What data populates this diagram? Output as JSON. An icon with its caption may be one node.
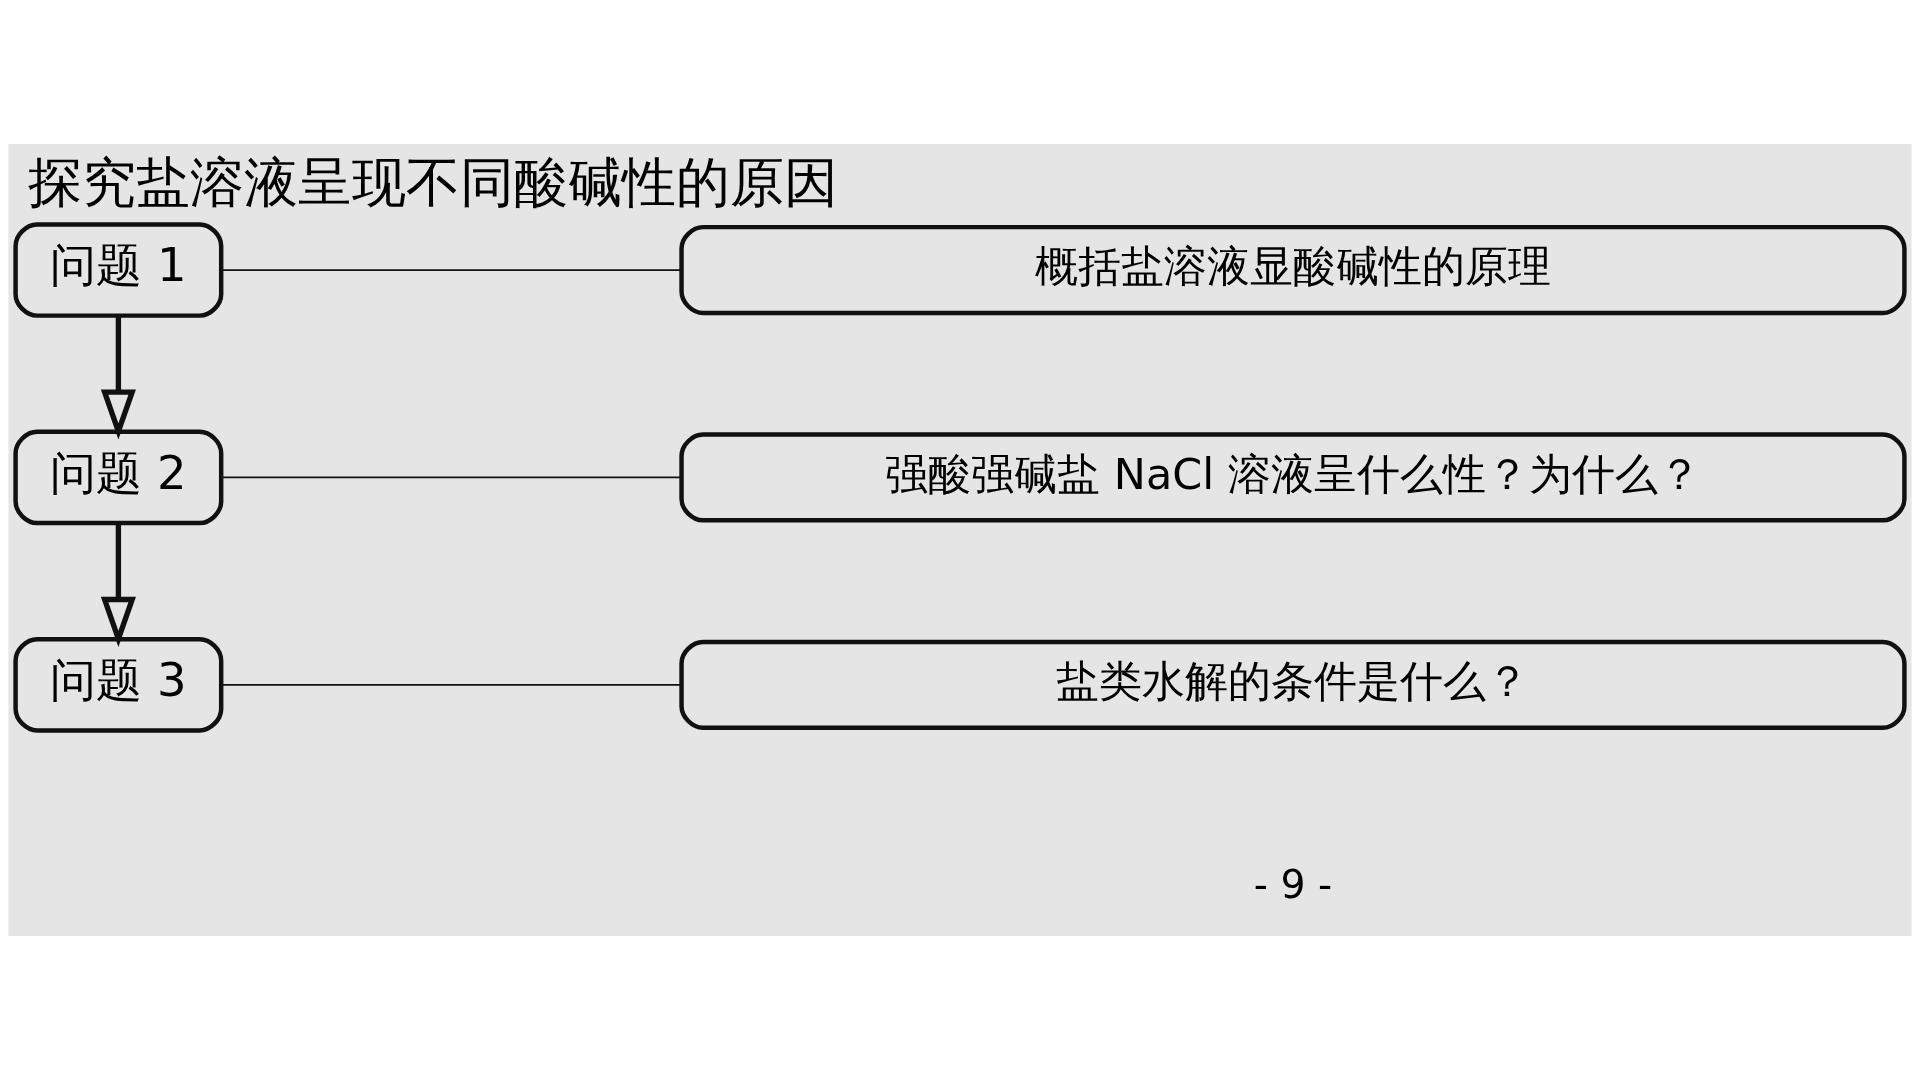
{
  "diagram": {
    "title": "探究盐溶液呈现不同酸碱性的原因",
    "nodes": [
      {
        "text": [
          "问题 1"
        ]
      },
      {
        "text": [
          "概括盐溶液显酸碱性的原理"
        ]
      },
      {
        "text": [
          "问题 2"
        ]
      },
      {
        "text": [
          "强酸强碱盐 NaCl 溶液呈什么性？为什么？"
        ]
      },
      {
        "text": [
          "问题 3"
        ]
      },
      {
        "text": [
          "盐类水解的条件是什么？"
        ]
      }
    ],
    "edges": [
      {
        "from": 0,
        "to": 1,
        "arrow": "none"
      },
      {
        "from": 0,
        "to": 2,
        "arrow": "to",
        "style": "thick"
      },
      {
        "from": 2,
        "to": 3,
        "arrow": "none"
      },
      {
        "from": 2,
        "to": 4,
        "arrow": "to",
        "style": "thick"
      },
      {
        "from": 4,
        "to": 5,
        "arrow": "none"
      }
    ],
    "labels": [
      "- 9 -"
    ]
  }
}
